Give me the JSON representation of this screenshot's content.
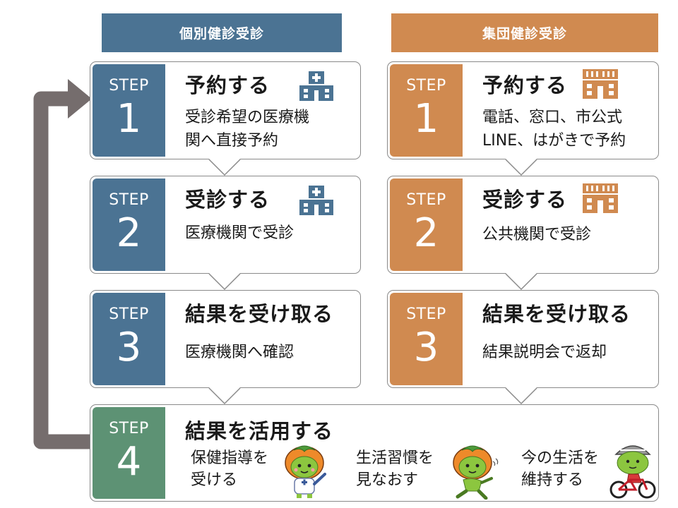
{
  "headers": {
    "individual": "個別健診受診",
    "group": "集団健診受診"
  },
  "step_word": "STEP",
  "individual_steps": [
    {
      "num": "1",
      "title": "予約する",
      "desc": [
        "受診希望の医療機",
        "関へ直接予約"
      ]
    },
    {
      "num": "2",
      "title": "受診する",
      "desc": [
        "医療機関で受診"
      ]
    },
    {
      "num": "3",
      "title": "結果を受け取る",
      "desc": [
        "医療機関へ確認"
      ]
    }
  ],
  "group_steps": [
    {
      "num": "1",
      "title": "予約する",
      "desc": [
        "電話、窓口、市公式",
        "LINE、はがきで予約"
      ]
    },
    {
      "num": "2",
      "title": "受診する",
      "desc": [
        "公共機関で受診"
      ]
    },
    {
      "num": "3",
      "title": "結果を受け取る",
      "desc": [
        "結果説明会で返却"
      ]
    }
  ],
  "step4": {
    "num": "4",
    "title": "結果を活用する",
    "items": [
      [
        "保健指導を",
        "受ける"
      ],
      [
        "生活習慣を",
        "見なおす"
      ],
      [
        "今の生活を",
        "維持する"
      ]
    ]
  },
  "colors": {
    "individual": "#4b7393",
    "group": "#d08a50",
    "step4": "#5d9274",
    "loop_arrow": "#756d6d"
  },
  "icons": {
    "individual": "hospital-icon",
    "group": "public-building-icon",
    "mascots": [
      "mascot-nurse-icon",
      "mascot-running-icon",
      "mascot-cycling-icon"
    ]
  }
}
